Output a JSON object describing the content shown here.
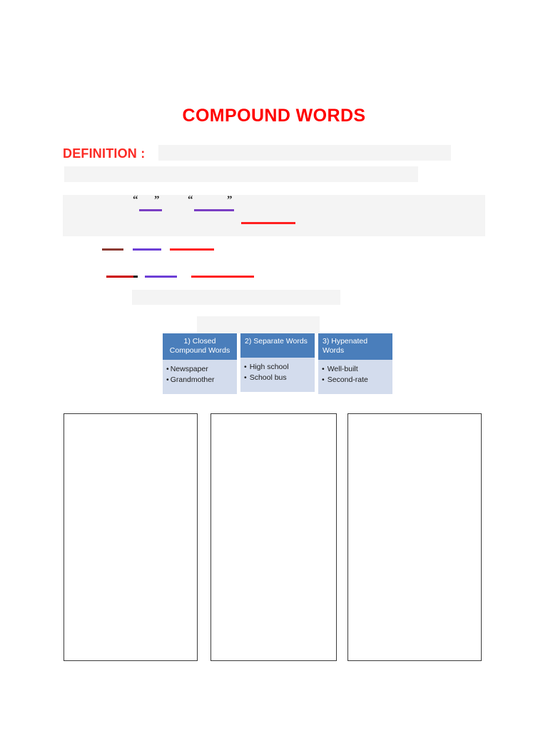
{
  "document": {
    "title": "COMPOUND WORDS",
    "title_color": "#ff0000",
    "definition_label": "DEFINITION :"
  },
  "quotes": {
    "first_open": "“",
    "first_close": "”",
    "second_open": "“",
    "second_close": "”"
  },
  "blank_rules": [
    {
      "name": "quote-blank-1",
      "color": "#7b3fc4"
    },
    {
      "name": "quote-blank-2",
      "color": "#7b3fc4"
    },
    {
      "name": "quote-blank-3",
      "color": "#ff2020"
    },
    {
      "name": "row-a-blank-1",
      "color": "#8c3a32"
    },
    {
      "name": "row-a-blank-2",
      "color": "#6d3fd6"
    },
    {
      "name": "row-a-blank-3",
      "color": "#ff1d1d"
    },
    {
      "name": "row-b-blank-1",
      "color": "#cc0000"
    },
    {
      "name": "row-b-blank-2",
      "color": "#6d3fd6"
    },
    {
      "name": "row-b-blank-3",
      "color": "#ff1d1d"
    }
  ],
  "category_table": {
    "header_color": "#4a7ebb",
    "body_color": "#d3dced",
    "columns": [
      {
        "header": "1) Closed Compound Words",
        "align": "center",
        "items": [
          "Newspaper",
          "Grandmother"
        ]
      },
      {
        "header": "2) Separate Words",
        "align": "left",
        "items": [
          "High school",
          "School bus"
        ]
      },
      {
        "header": "3) Hypenated Words",
        "align": "left",
        "items": [
          "Well-built",
          "Second-rate"
        ]
      }
    ],
    "bullet": "•"
  },
  "answer_boxes": [
    {
      "name": "answer-box-1",
      "content": ""
    },
    {
      "name": "answer-box-2",
      "content": ""
    },
    {
      "name": "answer-box-3",
      "content": ""
    }
  ]
}
